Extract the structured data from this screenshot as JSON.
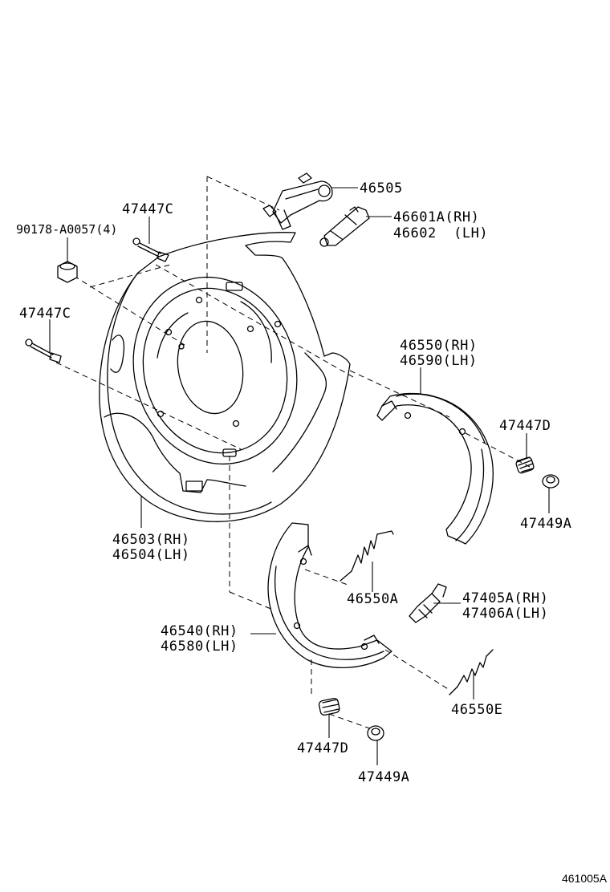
{
  "labels": {
    "p46505": "46505",
    "p46601": "46601A(RH)",
    "p46602": "46602  (LH)",
    "p47447c_top": "47447C",
    "p90178": "90178-A0057(4)",
    "p47447c_left": "47447C",
    "p46550": "46550(RH)",
    "p46590": "46590(LH)",
    "p47447d_right": "47447D",
    "p47449a_right": "47449A",
    "p46503": "46503(RH)",
    "p46504": "46504(LH)",
    "p46550a": "46550A",
    "p47405a": "47405A(RH)",
    "p47406a": "47406A(LH)",
    "p46540": "46540(RH)",
    "p46580": "46580(LH)",
    "p46550e": "46550E",
    "p47447d_bottom": "47447D",
    "p47449a_bottom": "47449A"
  },
  "figure_id": "461005A"
}
